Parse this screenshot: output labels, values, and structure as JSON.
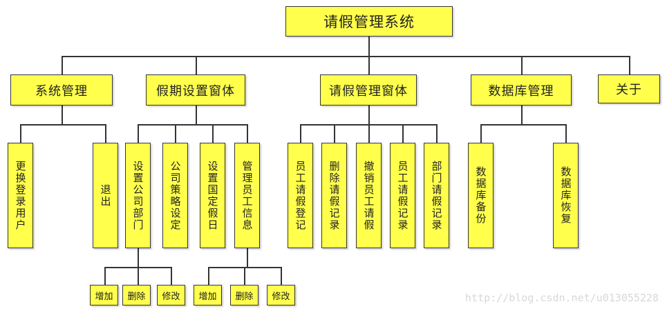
{
  "diagram": {
    "type": "org-chart",
    "root": {
      "label": "请假管理系统",
      "children": [
        {
          "label": "系统管理",
          "children": [
            {
              "label": "更换登录用户"
            },
            {
              "label": "退出"
            }
          ]
        },
        {
          "label": "假期设置窗体",
          "children": [
            {
              "label": "设置公司部门",
              "children": [
                {
                  "label": "增加"
                },
                {
                  "label": "删除"
                },
                {
                  "label": "修改"
                }
              ]
            },
            {
              "label": "公司策略设定"
            },
            {
              "label": "设置国定假日"
            },
            {
              "label": "管理员工信息",
              "children": [
                {
                  "label": "增加"
                },
                {
                  "label": "删除"
                },
                {
                  "label": "修改"
                }
              ]
            }
          ]
        },
        {
          "label": "请假管理窗体",
          "children": [
            {
              "label": "员工请假登记"
            },
            {
              "label": "删除请假记录"
            },
            {
              "label": "撤销员工请假"
            },
            {
              "label": "员工请假记录"
            },
            {
              "label": "部门请假记录"
            }
          ]
        },
        {
          "label": "数据库管理",
          "children": [
            {
              "label": "数据库备份"
            },
            {
              "label": "数据库恢复"
            }
          ]
        },
        {
          "label": "关于"
        }
      ]
    }
  },
  "colors": {
    "box_fill": "#ffff4c",
    "box_border": "#333333",
    "line": "#333333",
    "watermark": "#d8d8d8"
  },
  "watermark": "http://blog.csdn.net/u013055228"
}
